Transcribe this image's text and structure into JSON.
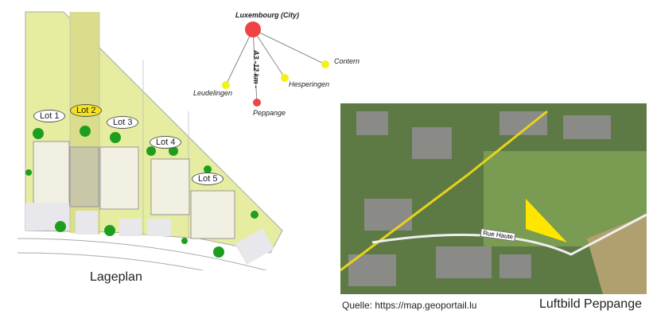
{
  "site_plan": {
    "caption": "Lageplan",
    "lots": [
      {
        "label": "Lot 1",
        "highlighted": false
      },
      {
        "label": "Lot 2",
        "highlighted": true
      },
      {
        "label": "Lot 3",
        "highlighted": false
      },
      {
        "label": "Lot 4",
        "highlighted": false
      },
      {
        "label": "Lot 5",
        "highlighted": false
      }
    ],
    "colors": {
      "plot": "#e4ea9c",
      "highlight": "#f5e21a",
      "tree": "#1a9a1a"
    }
  },
  "location_diagram": {
    "center": "Luxembourg (City)",
    "route_label": "A3 -12 km -",
    "places": [
      "Leudelingen",
      "Peppange",
      "Hesperingen",
      "Contern"
    ],
    "colors": {
      "city": "#ee4444",
      "town": "#f2f21a"
    }
  },
  "aerial": {
    "caption": "Luftbild Peppange",
    "source": "Quelle: https://map.geoportail.lu",
    "street_label": "Rue Haute",
    "colors": {
      "plot": "#ffe600"
    }
  }
}
